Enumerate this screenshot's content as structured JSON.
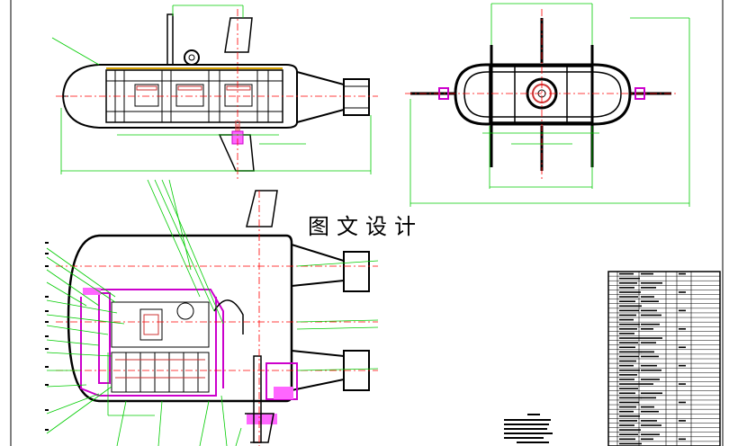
{
  "watermark": {
    "text": "图文设计"
  },
  "colors": {
    "outline": "#000000",
    "centerline": "#ff0000",
    "dimension": "#00cc00",
    "section": "#cc00cc",
    "section_fill": "#ff66ff",
    "hatch": "#cc3333",
    "accent": "#d4a000"
  },
  "views": [
    {
      "name": "side-elevation-top-left"
    },
    {
      "name": "front-elevation-top-right"
    },
    {
      "name": "cutaway-section-bottom-left"
    }
  ],
  "title_block": {
    "rows": 38,
    "columns": 5
  }
}
